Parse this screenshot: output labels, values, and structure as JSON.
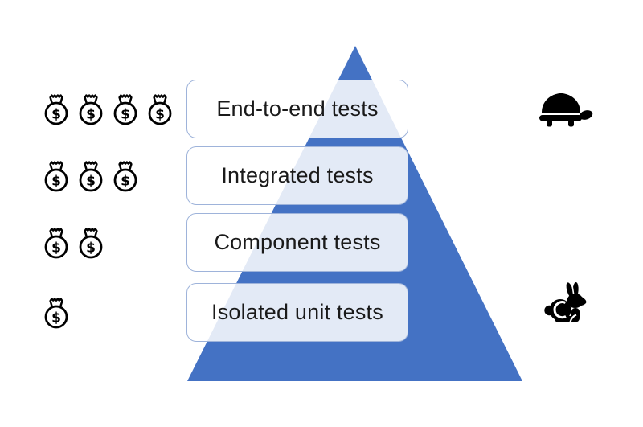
{
  "levels": [
    {
      "label": "End-to-end tests",
      "cost_bags": 4
    },
    {
      "label": "Integrated tests",
      "cost_bags": 3
    },
    {
      "label": "Component tests",
      "cost_bags": 2
    },
    {
      "label": "Isolated unit tests",
      "cost_bags": 1
    }
  ],
  "speed_indicators": {
    "slowest": "turtle-icon",
    "fastest": "rabbit-icon"
  },
  "cost_indicator": "money-bag-icon",
  "colors": {
    "pyramid": "#4472C4",
    "level_box_border": "#9EB3DA",
    "level_box_fill": "rgba(255,255,255,0.85)",
    "label_text": "#1A1A1A",
    "icon": "#000000",
    "background": "#FFFFFF"
  }
}
